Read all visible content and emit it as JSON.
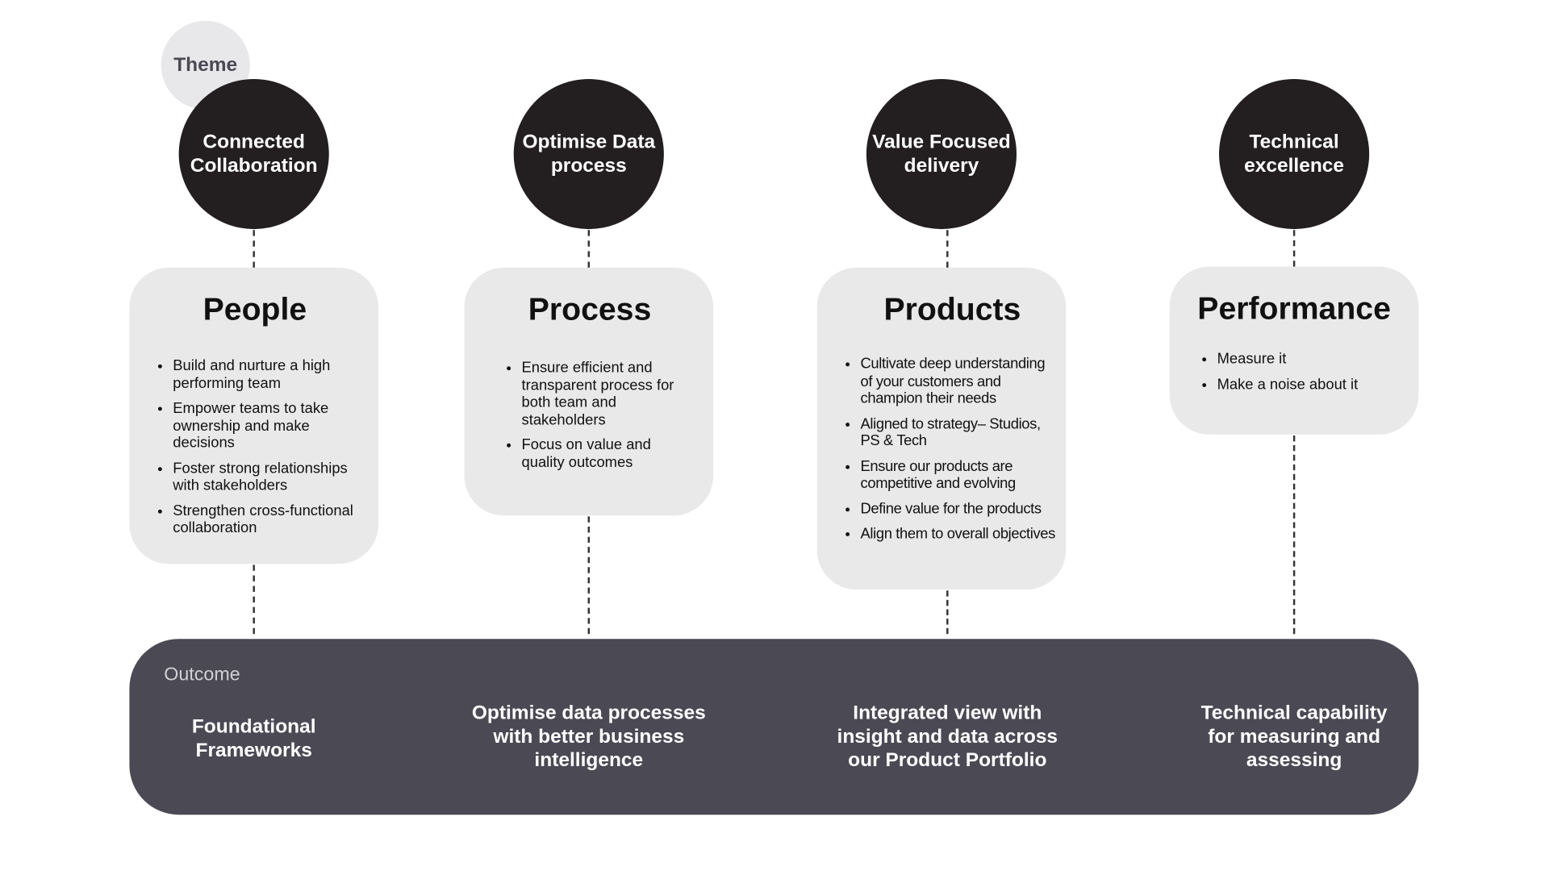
{
  "theme_label": "Theme",
  "themes": [
    {
      "title": "Connected Collaboration"
    },
    {
      "title": "Optimise Data process"
    },
    {
      "title": "Value Focused delivery"
    },
    {
      "title": "Technical excellence"
    }
  ],
  "pillars": [
    {
      "title": "People",
      "bullets": [
        "Build and nurture a high performing team",
        "Empower teams to take ownership and make decisions",
        "Foster strong relationships with stakeholders",
        "Strengthen cross-functional collaboration"
      ]
    },
    {
      "title": "Process",
      "bullets": [
        "Ensure efficient and transparent process for both team and stakeholders",
        "Focus on value and quality outcomes"
      ]
    },
    {
      "title": "Products",
      "bullets": [
        "Cultivate deep understanding of your customers and champion their needs",
        "Aligned to strategy– Studios, PS & Tech",
        "Ensure our products are competitive and evolving",
        "Define value for the products",
        "Align them to overall objectives"
      ]
    },
    {
      "title": "Performance",
      "bullets": [
        "Measure it",
        "Make a noise about it"
      ]
    }
  ],
  "outcome_label": "Outcome",
  "outcomes": [
    "Foundational Frameworks",
    "Optimise data processes with better business intelligence",
    "Integrated view with insight and data across our Product Portfolio",
    "Technical capability for measuring and assessing"
  ]
}
